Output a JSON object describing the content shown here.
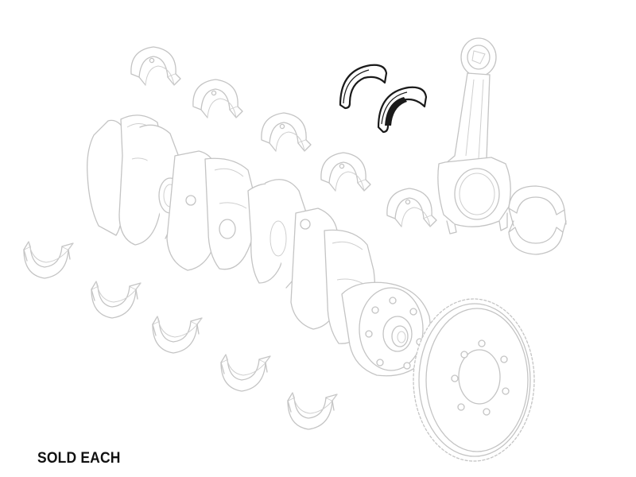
{
  "caption": "SOLD EACH",
  "colors": {
    "ghost_stroke": "#c4c4c4",
    "highlight_stroke": "#1a1a1a",
    "background": "#ffffff"
  },
  "parts": [
    "upper-main-bearing-shell",
    "lower-main-bearing-shell",
    "thrust-washer",
    "crankshaft",
    "connecting-rod",
    "rod-bearing-shell",
    "reluctor-ring"
  ]
}
